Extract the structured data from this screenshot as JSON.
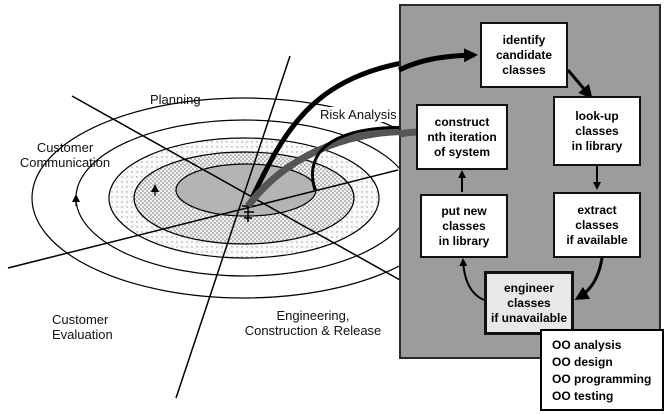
{
  "spiral": {
    "sectors": {
      "planning": "Planning",
      "risk_analysis": "Risk Analysis",
      "customer_communication": [
        "Customer",
        "Communication"
      ],
      "customer_evaluation": [
        "Customer",
        "Evaluation"
      ],
      "engineering": [
        "Engineering,",
        "Construction & Release"
      ]
    }
  },
  "process": {
    "steps": {
      "identify": "identify\ncandidate\nclasses",
      "lookup": "look-up\nclasses\nin library",
      "extract": "extract\nclasses\nif available",
      "engineer": "engineer\nclasses\nif unavailable",
      "put_new": "put new\nclasses\nin library",
      "construct": "construct\nnth iteration\nof system"
    },
    "oo_activities": [
      "OO analysis",
      "OO design",
      "OO programming",
      "OO testing"
    ]
  },
  "colors": {
    "panel": "#9c9c9c",
    "ring_dots": "#cfcfcf",
    "core": "#b4b4b4",
    "line": "#000000"
  }
}
